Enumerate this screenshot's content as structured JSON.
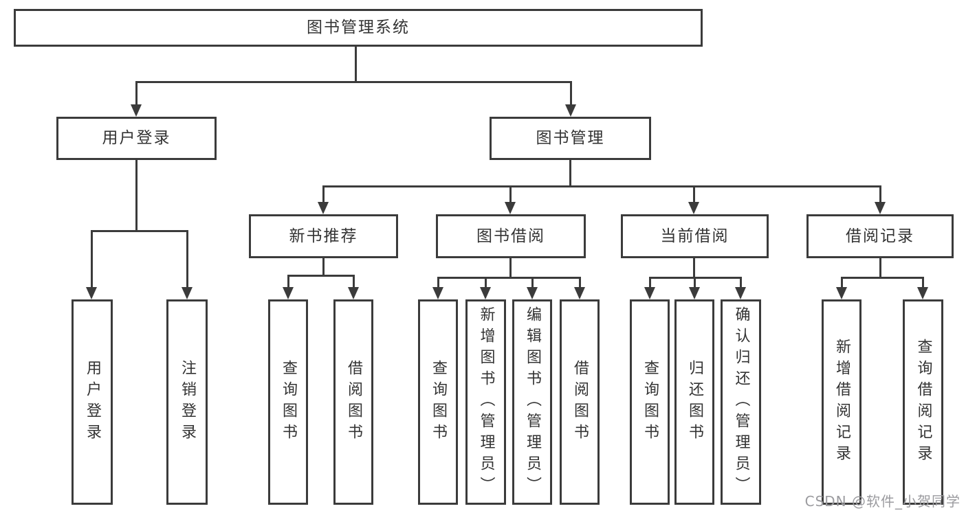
{
  "diagram_title": "图书管理系统",
  "tree": {
    "root": "图书管理系统",
    "branches": [
      {
        "label": "用户登录",
        "children": [
          {
            "label": "用户登录"
          },
          {
            "label": "注销登录"
          }
        ]
      },
      {
        "label": "图书管理",
        "groups": [
          {
            "label": "新书推荐",
            "children": [
              {
                "label": "查询图书"
              },
              {
                "label": "借阅图书"
              }
            ]
          },
          {
            "label": "图书借阅",
            "children": [
              {
                "label": "查询图书"
              },
              {
                "label": "新增图书（管理员）"
              },
              {
                "label": "编辑图书（管理员）"
              },
              {
                "label": "借阅图书"
              }
            ]
          },
          {
            "label": "当前借阅",
            "children": [
              {
                "label": "查询图书"
              },
              {
                "label": "归还图书"
              },
              {
                "label": "确认归还（管理员）"
              }
            ]
          },
          {
            "label": "借阅记录",
            "children": [
              {
                "label": "新增借阅记录"
              },
              {
                "label": "查询借阅记录"
              }
            ]
          }
        ]
      }
    ]
  },
  "watermark": "CSDN @软件_小贺同学",
  "colors": {
    "line": "#3b3b3b",
    "text": "#333333",
    "background": "#ffffff",
    "watermark": "#9b9b9f"
  }
}
